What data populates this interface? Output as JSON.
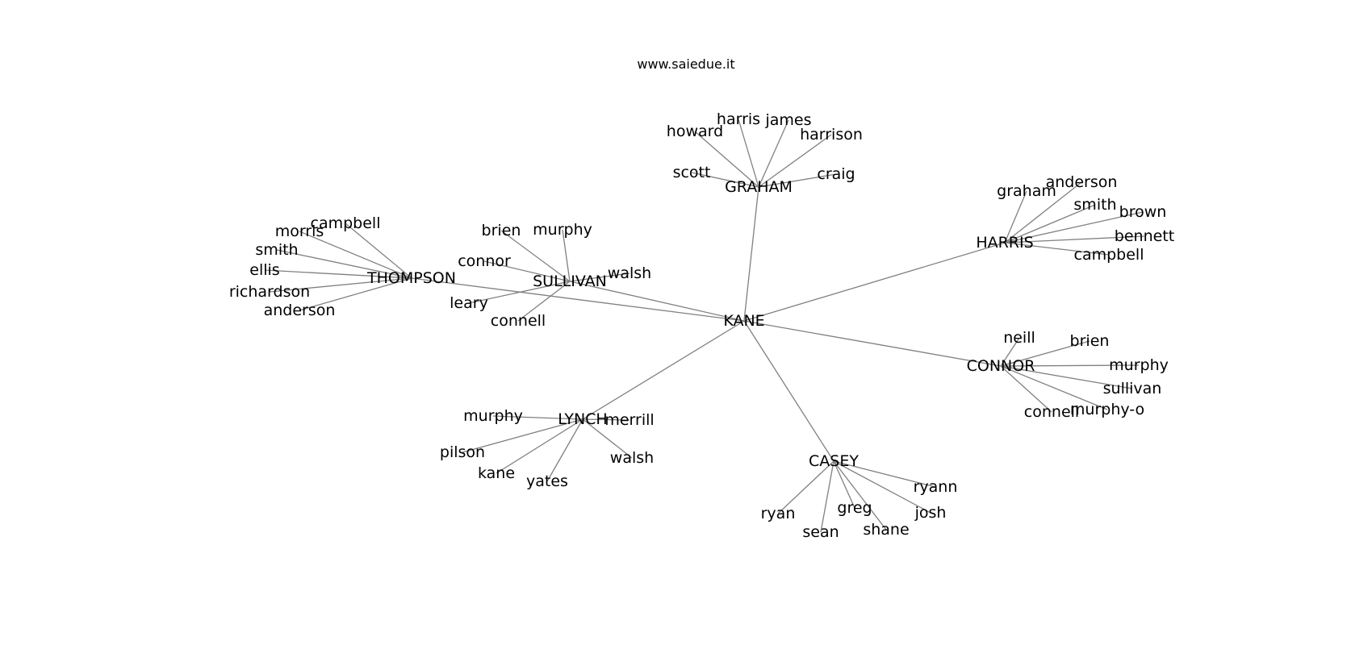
{
  "header": {
    "site": "www.saiedue.it"
  },
  "graph": {
    "root": "KANE",
    "clusters": [
      {
        "name": "GRAHAM",
        "leaves": [
          "howard",
          "harris",
          "james",
          "harrison",
          "scott",
          "craig"
        ]
      },
      {
        "name": "HARRIS",
        "leaves": [
          "graham",
          "anderson",
          "smith",
          "brown",
          "bennett",
          "campbell"
        ]
      },
      {
        "name": "THOMPSON",
        "leaves": [
          "campbell",
          "morris",
          "smith",
          "ellis",
          "richardson",
          "anderson"
        ]
      },
      {
        "name": "SULLIVAN",
        "leaves": [
          "brien",
          "murphy",
          "connor",
          "walsh",
          "leary",
          "connell"
        ]
      },
      {
        "name": "CONNOR",
        "leaves": [
          "neill",
          "brien",
          "murphy",
          "sullivan",
          "connell",
          "murphy-o"
        ]
      },
      {
        "name": "LYNCH",
        "leaves": [
          "murphy",
          "merrill",
          "pilson",
          "walsh",
          "kane",
          "yates"
        ]
      },
      {
        "name": "CASEY",
        "leaves": [
          "ryann",
          "greg",
          "josh",
          "ryan",
          "shane",
          "sean"
        ]
      }
    ]
  }
}
